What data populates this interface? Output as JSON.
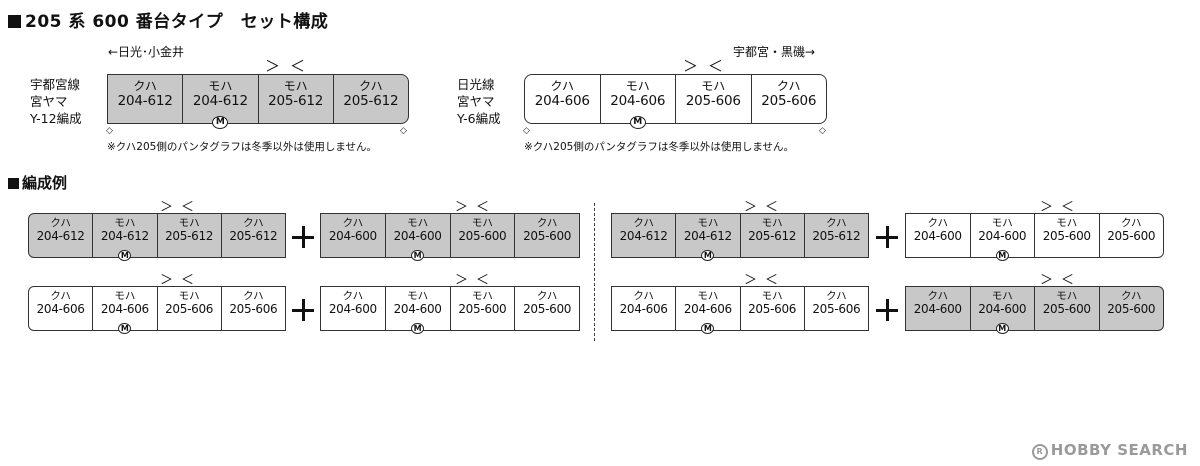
{
  "title": "205 系 600 番台タイプ　セット構成",
  "example_heading": "編成例",
  "set1": {
    "direction": "←日光･小金井",
    "formation_lines": [
      "宇都宮線",
      "宮ヤマ",
      "Y-12編成"
    ],
    "note": "※クハ205側のパンタグラフは冬季以外は使用しません。",
    "cars": [
      {
        "type": "クハ",
        "number": "204-612",
        "motor": false
      },
      {
        "type": "モハ",
        "number": "204-612",
        "motor": true
      },
      {
        "type": "モハ",
        "number": "205-612",
        "motor": false
      },
      {
        "type": "クハ",
        "number": "205-612",
        "motor": false
      }
    ]
  },
  "set2": {
    "direction": "宇都宮・黒磯→",
    "formation_lines": [
      "日光線",
      "宮ヤマ",
      "Y-6編成"
    ],
    "note": "※クハ205側のパンタグラフは冬季以外は使用しません。",
    "cars": [
      {
        "type": "クハ",
        "number": "204-606",
        "motor": false
      },
      {
        "type": "モハ",
        "number": "204-606",
        "motor": true
      },
      {
        "type": "モハ",
        "number": "205-606",
        "motor": false
      },
      {
        "type": "クハ",
        "number": "205-606",
        "motor": false
      }
    ]
  },
  "motor_label": "M",
  "pantograph_symbol": "＞＜",
  "coupler_symbol": "◇",
  "plus_symbol": "＋",
  "examples": {
    "row1_left": [
      {
        "cars": [
          {
            "type": "クハ",
            "number": "204-612"
          },
          {
            "type": "モハ",
            "number": "204-612"
          },
          {
            "type": "モハ",
            "number": "205-612"
          },
          {
            "type": "クハ",
            "number": "205-612"
          }
        ]
      },
      {
        "cars": [
          {
            "type": "クハ",
            "number": "204-600"
          },
          {
            "type": "モハ",
            "number": "204-600"
          },
          {
            "type": "モハ",
            "number": "205-600"
          },
          {
            "type": "クハ",
            "number": "205-600"
          }
        ]
      }
    ],
    "row2_left": [
      {
        "cars": [
          {
            "type": "クハ",
            "number": "204-606"
          },
          {
            "type": "モハ",
            "number": "204-606"
          },
          {
            "type": "モハ",
            "number": "205-606"
          },
          {
            "type": "クハ",
            "number": "205-606"
          }
        ]
      },
      {
        "cars": [
          {
            "type": "クハ",
            "number": "204-600"
          },
          {
            "type": "モハ",
            "number": "204-600"
          },
          {
            "type": "モハ",
            "number": "205-600"
          },
          {
            "type": "クハ",
            "number": "205-600"
          }
        ]
      }
    ],
    "row1_right": [
      {
        "cars": [
          {
            "type": "クハ",
            "number": "204-612"
          },
          {
            "type": "モハ",
            "number": "204-612"
          },
          {
            "type": "モハ",
            "number": "205-612"
          },
          {
            "type": "クハ",
            "number": "205-612"
          }
        ]
      },
      {
        "cars": [
          {
            "type": "クハ",
            "number": "204-600"
          },
          {
            "type": "モハ",
            "number": "204-600"
          },
          {
            "type": "モハ",
            "number": "205-600"
          },
          {
            "type": "クハ",
            "number": "205-600"
          }
        ]
      }
    ],
    "row2_right": [
      {
        "cars": [
          {
            "type": "クハ",
            "number": "204-606"
          },
          {
            "type": "モハ",
            "number": "204-606"
          },
          {
            "type": "モハ",
            "number": "205-606"
          },
          {
            "type": "クハ",
            "number": "205-606"
          }
        ]
      },
      {
        "cars": [
          {
            "type": "クハ",
            "number": "204-600"
          },
          {
            "type": "モハ",
            "number": "204-600"
          },
          {
            "type": "モハ",
            "number": "205-600"
          },
          {
            "type": "クハ",
            "number": "205-600"
          }
        ]
      }
    ]
  },
  "colors": {
    "gray_car": "#c8c8c8",
    "white_car": "#ffffff",
    "line": "#333333"
  },
  "watermark": "HOBBY SEARCH",
  "watermark_mark": "R"
}
